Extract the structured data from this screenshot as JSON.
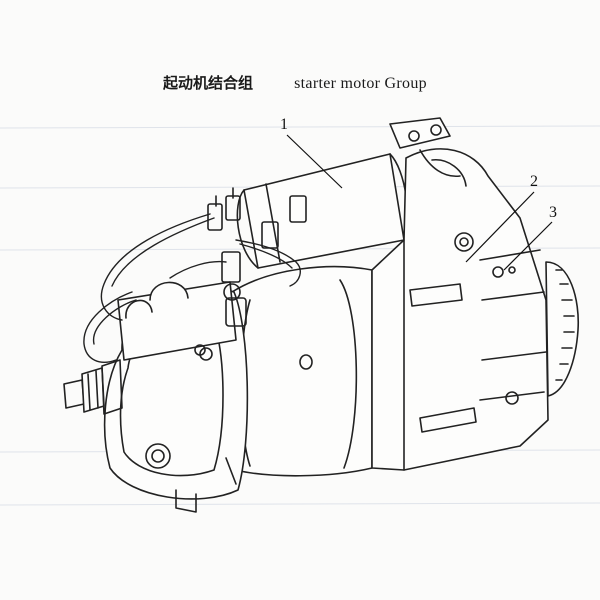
{
  "title": {
    "chinese": "起动机结合组",
    "english": "starter motor Group"
  },
  "callouts": [
    {
      "number": "1"
    },
    {
      "number": "2"
    },
    {
      "number": "3"
    }
  ],
  "colors": {
    "ink": "#222222",
    "paper": "#fbfbfa",
    "gridline": "#d8dde6"
  }
}
